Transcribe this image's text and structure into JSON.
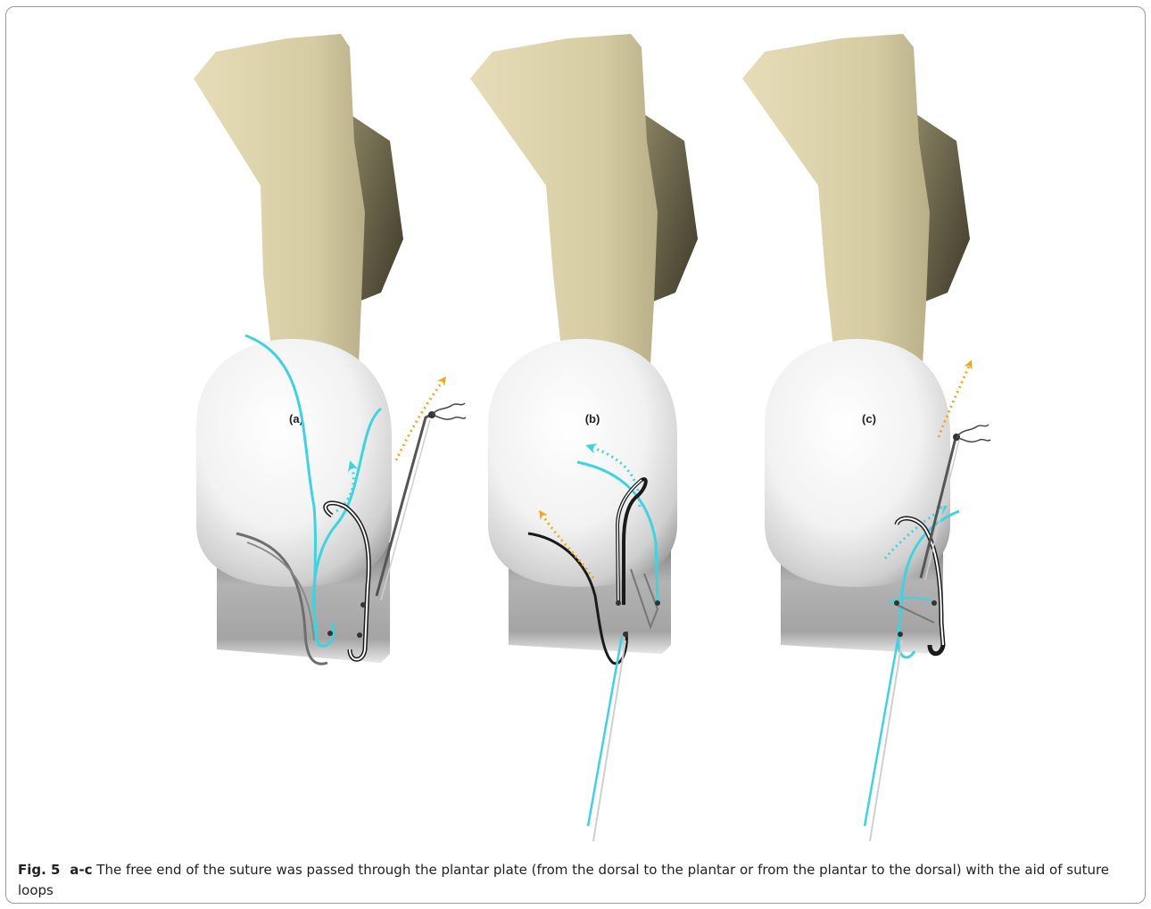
{
  "figure": {
    "panels": [
      {
        "id": "a",
        "label": "(a)"
      },
      {
        "id": "b",
        "label": "(b)"
      },
      {
        "id": "c",
        "label": "(c)"
      }
    ],
    "colors": {
      "bone_shaft": "#d9cfa8",
      "bone_shadow": "#6b6448",
      "metatarsal_head": "#f4f4f4",
      "plantar_plate": "#a9a9a9",
      "suture_cyan": "#3fd3e0",
      "suture_black": "#1a1a1a",
      "arrow_orange": "#f0a81e"
    }
  },
  "caption": {
    "label": "Fig. 5",
    "panels": "a-c",
    "text": "The free end of the suture was passed through the plantar plate (from the dorsal to the plantar or from the plantar to the dorsal) with the aid of suture loops"
  }
}
